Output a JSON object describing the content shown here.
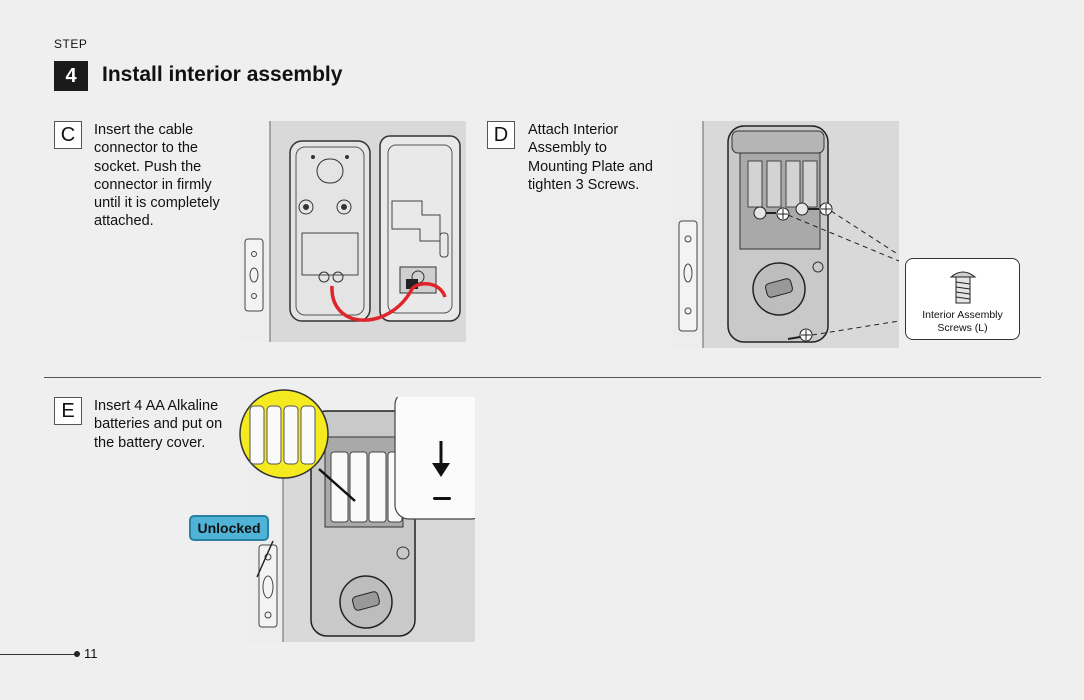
{
  "header": {
    "step_label": "STEP",
    "step_number": "4",
    "title": "Install interior assembly"
  },
  "steps": [
    {
      "letter": "C",
      "text": "Insert the cable connector to the socket. Push the connector in firmly until it is completely attached."
    },
    {
      "letter": "D",
      "text": "Attach Interior Assembly to Mounting Plate and tighten 3 Screws."
    },
    {
      "letter": "E",
      "text": "Insert 4 AA Alkaline batteries and put on the battery cover."
    }
  ],
  "callouts": {
    "screws_label": "Interior Assembly Screws (L)",
    "unlocked_label": "Unlocked"
  },
  "footer": {
    "page_number": "11"
  },
  "colors": {
    "cable_red": "#e0242b",
    "badge_blue": "#4fb3d8",
    "battery_yellow": "#f5ea1f"
  }
}
